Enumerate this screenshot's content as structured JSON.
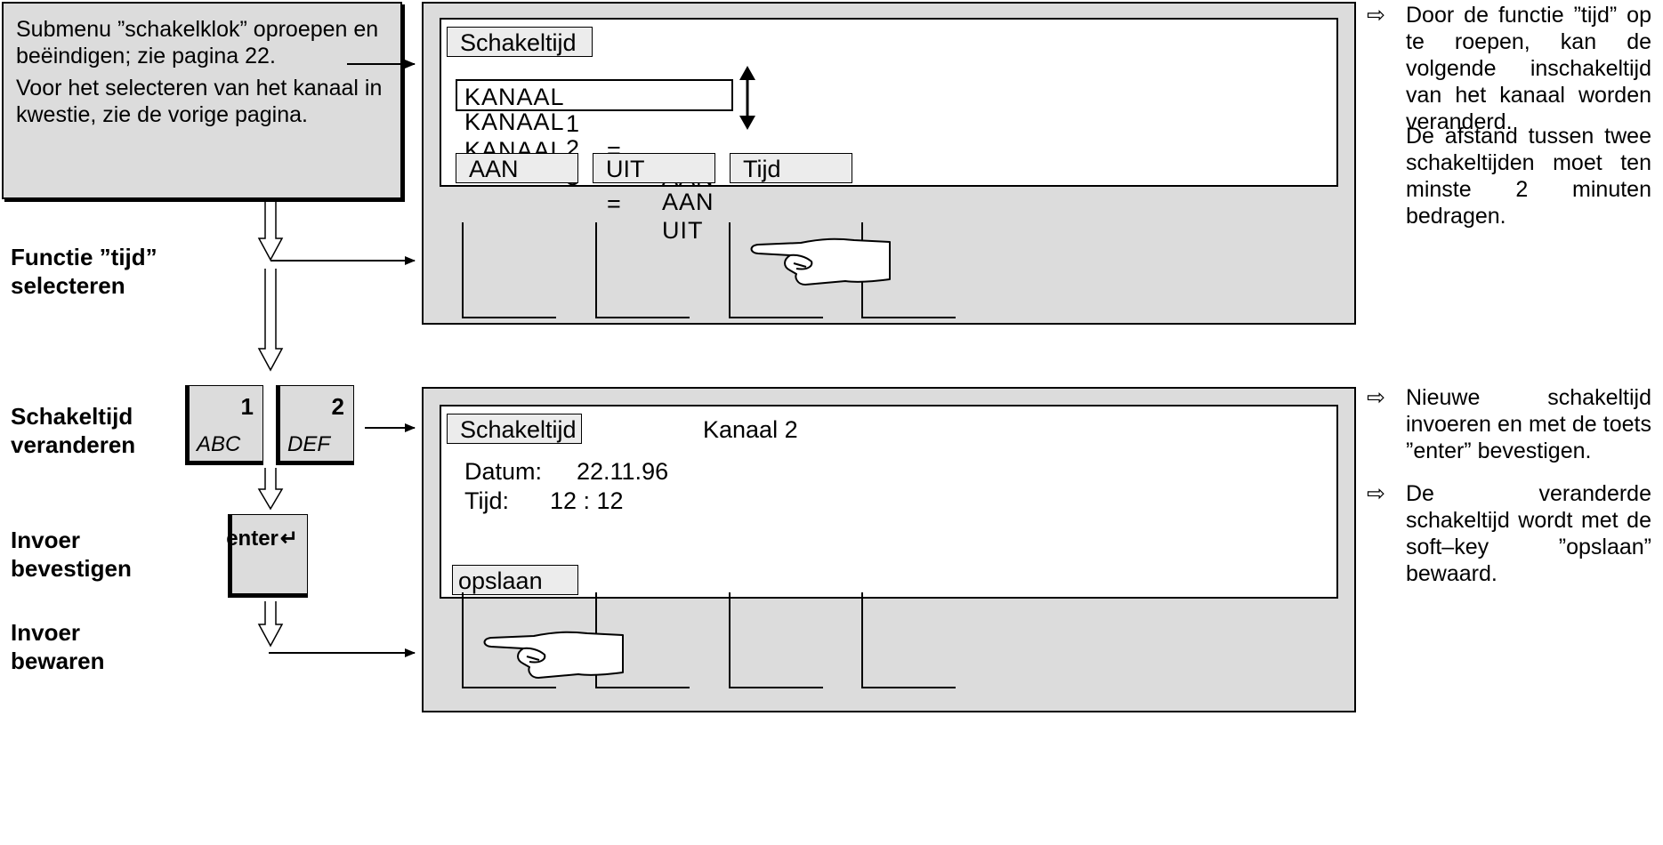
{
  "intro": {
    "paragraph1": "Submenu ”schakelklok” oproepen en beëindigen; zie pagina 22.",
    "paragraph2": "Voor het selecteren van het kanaal in kwestie, zie de vorige pagina."
  },
  "steps": [
    {
      "line1": "Functie ”tijd”",
      "line2": "selecteren"
    },
    {
      "line1": "Schakeltijd",
      "line2": "veranderen"
    },
    {
      "line1": "Invoer",
      "line2": "bevestigen"
    },
    {
      "line1": "Invoer",
      "line2": "bewaren"
    }
  ],
  "keys": {
    "key1": {
      "number": "1",
      "letters": "ABC"
    },
    "key2": {
      "number": "2",
      "letters": "DEF"
    },
    "enter": {
      "label": "enter",
      "symbol": "↵"
    }
  },
  "panel1": {
    "title": "Schakeltijd",
    "channels": [
      {
        "name": "KANAAL",
        "number": "1",
        "eq": "=",
        "state": "AAN"
      },
      {
        "name": "KANAAL",
        "number": "2",
        "eq": "=",
        "state": "AAN"
      },
      {
        "name": "KANAAL",
        "number": "3",
        "eq": "=",
        "state": "UIT"
      }
    ],
    "softkeys": [
      "AAN",
      "UIT",
      "Tijd"
    ]
  },
  "panel2": {
    "title": "Schakeltijd",
    "channel_label": "Kanaal 2",
    "date_label": "Datum:",
    "date_value": "22.11.96",
    "time_label": "Tijd:",
    "time_value": "12 : 12",
    "softkey": "opslaan"
  },
  "notes": {
    "bullet_symbol": "⇨",
    "note1a": "Door de functie ”tijd” op te roepen, kan de volgende inschakeltijd van het kanaal worden veranderd.",
    "note1b": "De afstand tussen twee schakeltijden moet ten minste 2 minuten bedragen.",
    "note2": "Nieuwe schakeltijd invoeren en met de toets ”enter” bevestigen.",
    "note3": "De veranderde schakeltijd wordt met de soft–key ”opslaan” bewaard."
  },
  "colors": {
    "panel_grey": "#dcdcdc",
    "tag_grey": "#ececec"
  }
}
